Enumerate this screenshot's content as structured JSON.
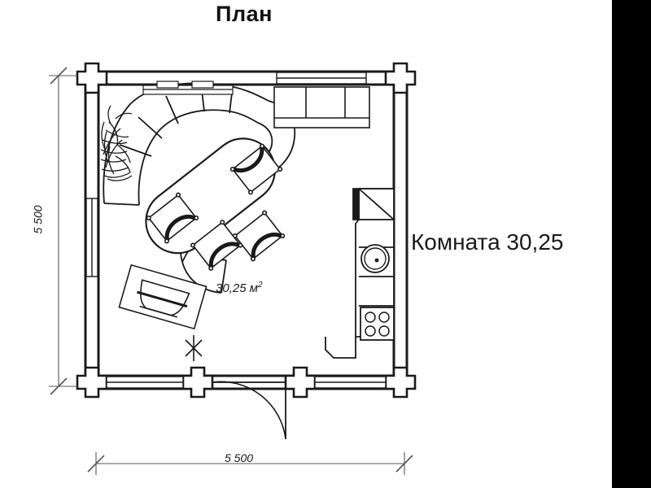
{
  "title": "План",
  "room": {
    "name_label": "Комната 30,25",
    "area_label": "30,25 м",
    "area_superscript": "2"
  },
  "dimensions": {
    "width_label": "5 500",
    "height_label": "5 500",
    "units": "mm"
  },
  "colors": {
    "line": "#1a1a1a",
    "background": "#ffffff",
    "mask": "#000000",
    "thin_line": "#444444"
  },
  "drawing": {
    "type": "architectural-floor-plan",
    "walls": "log-house with cross-lap corner joints",
    "openings": [
      {
        "name": "window-top",
        "wall": "top"
      },
      {
        "name": "window-left",
        "wall": "left"
      },
      {
        "name": "window-bottom-left",
        "wall": "bottom"
      },
      {
        "name": "window-bottom-right",
        "wall": "bottom"
      },
      {
        "name": "door-entry",
        "wall": "bottom",
        "swing": "outward"
      }
    ],
    "furniture": [
      {
        "name": "corner-sofa",
        "location": "top-left"
      },
      {
        "name": "potted-plant",
        "location": "left-of-sofa"
      },
      {
        "name": "oval-dining-table",
        "location": "center-left",
        "chairs": 4
      },
      {
        "name": "coffee-table",
        "location": "lower-left"
      },
      {
        "name": "cabinet-top",
        "location": "top-right"
      },
      {
        "name": "refrigerator",
        "location": "right"
      },
      {
        "name": "kitchen-sink",
        "location": "right"
      },
      {
        "name": "kitchen-stove",
        "location": "right",
        "burners": 4
      },
      {
        "name": "kitchen-counter",
        "location": "right"
      }
    ]
  }
}
